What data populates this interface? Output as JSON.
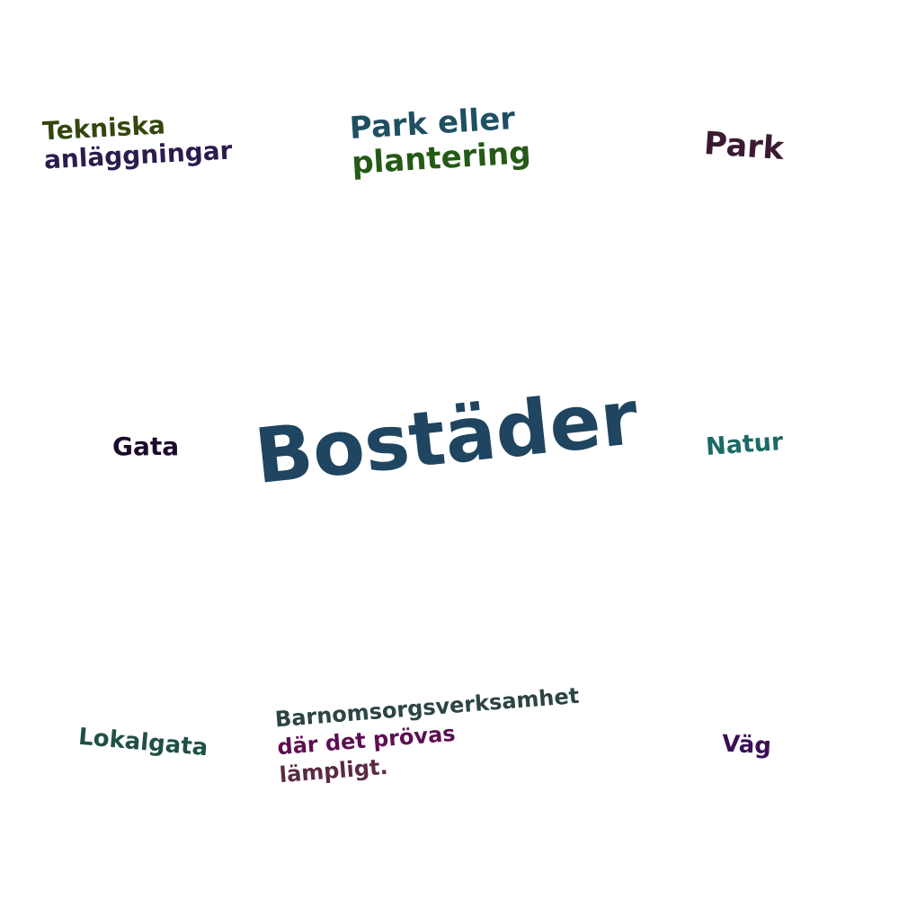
{
  "words": {
    "tekniska": {
      "line1": "Tekniska",
      "line2": "anläggningar",
      "color1": "#33470e",
      "color2": "#2d1b4e"
    },
    "park_eller": {
      "line1": "Park eller",
      "line2": "plantering",
      "color1": "#1f4f63",
      "color2": "#245a16"
    },
    "park": {
      "text": "Park",
      "color": "#3b1a33"
    },
    "bostader": {
      "text": "Bostäder",
      "color": "#1f4560"
    },
    "gata": {
      "text": "Gata",
      "color": "#1c0a2b"
    },
    "natur": {
      "text": "Natur",
      "color": "#1b6a66"
    },
    "lokalgata": {
      "text": "Lokalgata",
      "color": "#1f5048"
    },
    "barnomsorg": {
      "line1": "Barnomsorgsverksamhet",
      "line2": "där det prövas",
      "line3": "lämpligt.",
      "color1": "#2c4444",
      "color2": "#5e0e52",
      "color3": "#5a2a44"
    },
    "vag": {
      "text": "Väg",
      "color": "#3a0f55"
    }
  }
}
